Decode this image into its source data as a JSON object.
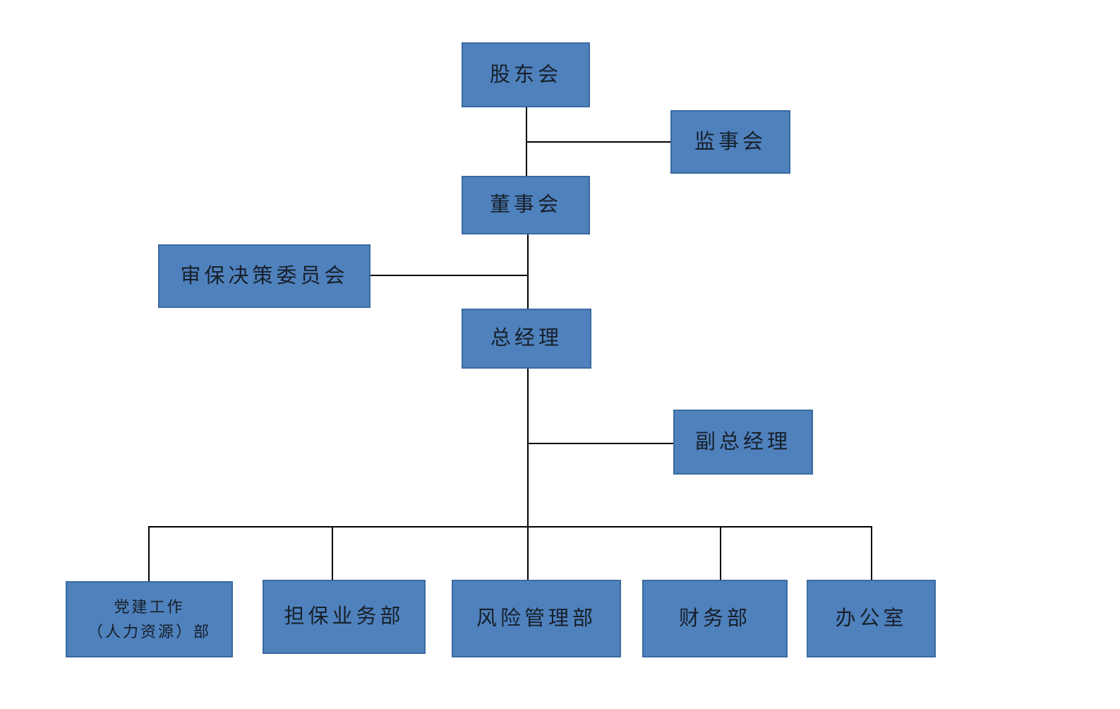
{
  "colors": {
    "box_fill": "#4f81bd",
    "box_border": "#3a6aa0",
    "connector": "#000000",
    "text": "#17202a"
  },
  "chart_data": {
    "type": "org-chart",
    "edges": [
      [
        "股东会",
        "董事会"
      ],
      [
        "股东会-董事会",
        "监事会"
      ],
      [
        "董事会",
        "总经理"
      ],
      [
        "董事会-总经理",
        "审保决策委员会"
      ],
      [
        "总经理",
        "副总经理"
      ],
      [
        "总经理",
        "党建工作（人力资源）部"
      ],
      [
        "总经理",
        "担保业务部"
      ],
      [
        "总经理",
        "风险管理部"
      ],
      [
        "总经理",
        "财务部"
      ],
      [
        "总经理",
        "办公室"
      ]
    ]
  },
  "nodes": {
    "shareholders": {
      "label": "股东会"
    },
    "supervisory": {
      "label": "监事会"
    },
    "board": {
      "label": "董事会"
    },
    "review_committee": {
      "label": "审保决策委员会"
    },
    "general_manager": {
      "label": "总经理"
    },
    "deputy_general_manager": {
      "label": "副总经理"
    },
    "party_hr": {
      "label_line1": "党建工作",
      "label_line2": "（人力资源）部"
    },
    "guarantee_business": {
      "label": "担保业务部"
    },
    "risk_management": {
      "label": "风险管理部"
    },
    "finance": {
      "label": "财务部"
    },
    "office": {
      "label": "办公室"
    }
  }
}
